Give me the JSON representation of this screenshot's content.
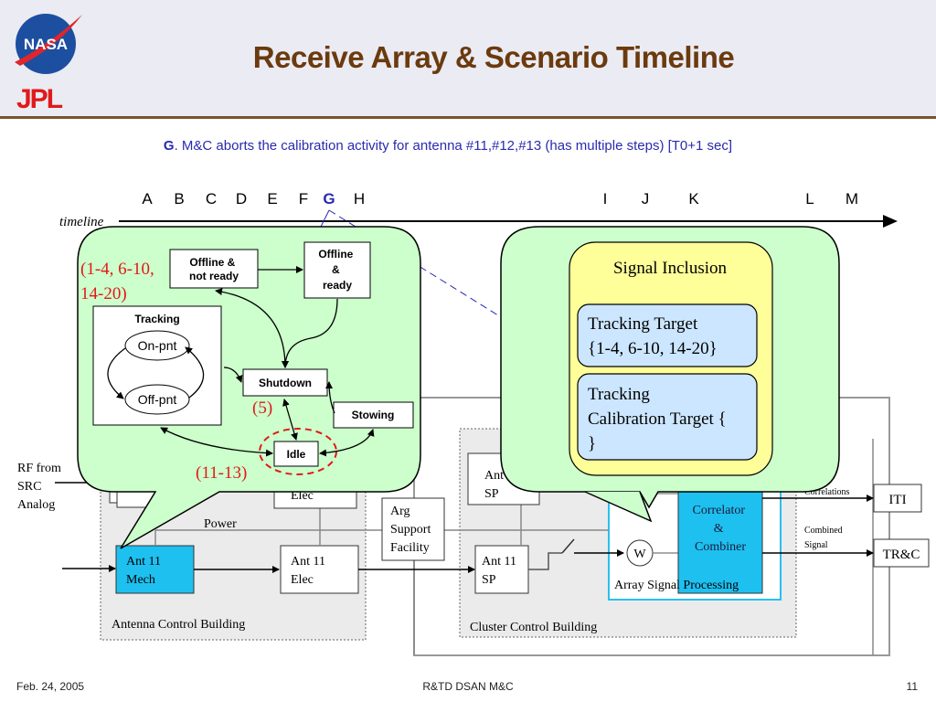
{
  "header": {
    "title": "Receive Array & Scenario Timeline",
    "logo_nasa": "NASA",
    "logo_jpl": "JPL"
  },
  "step": {
    "letter": "G",
    "text": ". M&C aborts the calibration activity for antenna #11,#12,#13 (has multiple steps) [T0+1 sec]"
  },
  "timeline": {
    "label": "timeline",
    "markers": [
      "A",
      "B",
      "C",
      "D",
      "E",
      "F",
      "G",
      "H",
      "I",
      "J",
      "K",
      "L",
      "M"
    ],
    "active_marker": "G"
  },
  "state_machine": {
    "states": {
      "offline_not_ready": "Offline & not ready",
      "offline_ready_1": "Offline",
      "offline_ready_2": "&",
      "offline_ready_3": "ready",
      "tracking": "Tracking",
      "on_pnt": "On-pnt",
      "off_pnt": "Off-pnt",
      "shutdown": "Shutdown",
      "stowing": "Stowing",
      "idle": "Idle"
    },
    "annotations": {
      "group1_line1": "(1-4, 6-10,",
      "group1_line2": "14-20)",
      "group2": "(5)",
      "group3": "(11-13)"
    }
  },
  "signal_inclusion": {
    "title": "Signal Inclusion",
    "tracking_target_line1": "Tracking Target",
    "tracking_target_line2": "{1-4, 6-10, 14-20}",
    "calibration_line1": "Tracking",
    "calibration_line2": "Calibration Target {",
    "calibration_line3": "}"
  },
  "block_diagram": {
    "rf_source": [
      "RF from",
      "SRC",
      "Analog"
    ],
    "power_label": "Power",
    "ant_mech": [
      "Ant 11",
      "Mech"
    ],
    "ant_elec": [
      "Ant 11",
      "Elec"
    ],
    "ant_elec_behind": "Elec",
    "arg_support": [
      "Arg",
      "Support",
      "Facility"
    ],
    "ant_sp": [
      "Ant 11",
      "SP"
    ],
    "ant_sp_behind": [
      "Ant",
      "SP"
    ],
    "weight": "W",
    "correlator": [
      "Correlator",
      "&",
      "Combiner"
    ],
    "array_signal_processing": "Array Signal Processing",
    "antenna_building": "Antenna Control Building",
    "cluster_building": "Cluster Control Building",
    "correlations_label": "Correlations",
    "combined_label": [
      "Combined",
      "Signal"
    ],
    "iti": "ITI",
    "trc": "TR&C"
  },
  "colors": {
    "title": "#6b3a0e",
    "step_text": "#2a2ab0",
    "callout_fill": "#ccffcc",
    "signal_fill": "#ffff99",
    "target_fill": "#cce6ff",
    "highlight_block": "#1ec0f0",
    "annotation_red": "#e01a1a"
  },
  "footer": {
    "date": "Feb. 24, 2005",
    "center": "R&TD DSAN M&C",
    "page": "11"
  }
}
